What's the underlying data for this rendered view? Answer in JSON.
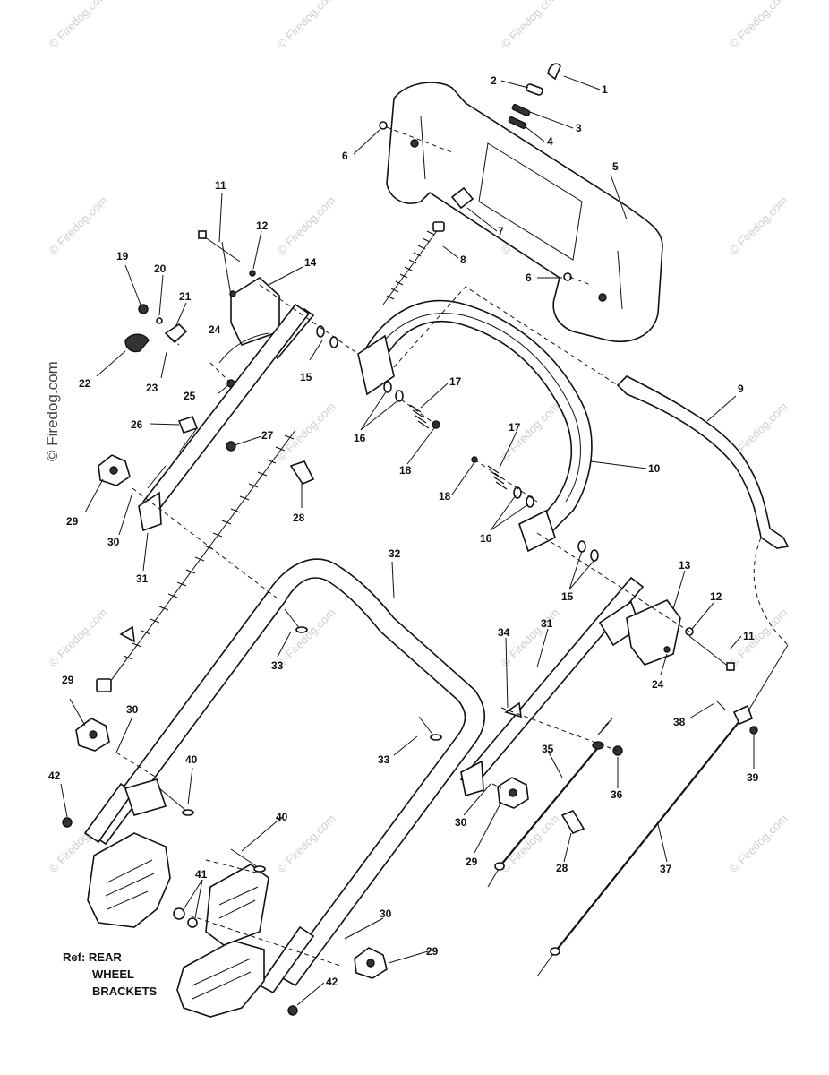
{
  "watermark": {
    "text": "© Firedog.com",
    "side_text": "© Firedog.com"
  },
  "reference_note": {
    "line1": "Ref: REAR",
    "line2": "WHEEL",
    "line3": "BRACKETS"
  },
  "callouts": {
    "c1": "1",
    "c2": "2",
    "c3": "3",
    "c4": "4",
    "c5": "5",
    "c6a": "6",
    "c6b": "6",
    "c7": "7",
    "c8": "8",
    "c9": "9",
    "c10": "10",
    "c11a": "11",
    "c11b": "11",
    "c12a": "12",
    "c12b": "12",
    "c13": "13",
    "c14": "14",
    "c15a": "15",
    "c15b": "15",
    "c16a": "16",
    "c16b": "16",
    "c17a": "17",
    "c17b": "17",
    "c18a": "18",
    "c18b": "18",
    "c19": "19",
    "c20": "20",
    "c21": "21",
    "c22": "22",
    "c23": "23",
    "c24a": "24",
    "c24b": "24",
    "c25": "25",
    "c26": "26",
    "c27": "27",
    "c28a": "28",
    "c28b": "28",
    "c29a": "29",
    "c29b": "29",
    "c29c": "29",
    "c29d": "29",
    "c30a": "30",
    "c30b": "30",
    "c30c": "30",
    "c30d": "30",
    "c31a": "31",
    "c31b": "31",
    "c32": "32",
    "c33a": "33",
    "c33b": "33",
    "c34": "34",
    "c35": "35",
    "c36": "36",
    "c37": "37",
    "c38": "38",
    "c39": "39",
    "c40a": "40",
    "c40b": "40",
    "c41": "41",
    "c42a": "42",
    "c42b": "42"
  }
}
